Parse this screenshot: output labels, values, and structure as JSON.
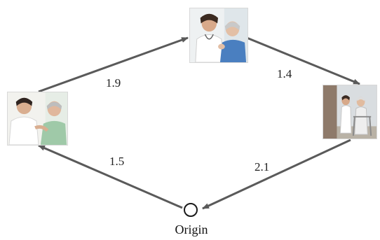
{
  "diagram": {
    "nodes": [
      {
        "id": "top",
        "icon": "nurse-with-elderly-patient-photo"
      },
      {
        "id": "left",
        "icon": "caregiver-assisting-patient-photo"
      },
      {
        "id": "right",
        "icon": "nurse-with-elderly-walker-photo"
      },
      {
        "id": "origin",
        "label": "Origin",
        "icon": "origin-circle"
      }
    ],
    "edges": [
      {
        "from": "left",
        "to": "top",
        "weight": "1.9"
      },
      {
        "from": "top",
        "to": "right",
        "weight": "1.4"
      },
      {
        "from": "right",
        "to": "origin",
        "weight": "2.1"
      },
      {
        "from": "origin",
        "to": "left",
        "weight": "1.5"
      }
    ],
    "colors": {
      "edge": "#5a5a5a",
      "text": "#222222"
    }
  }
}
